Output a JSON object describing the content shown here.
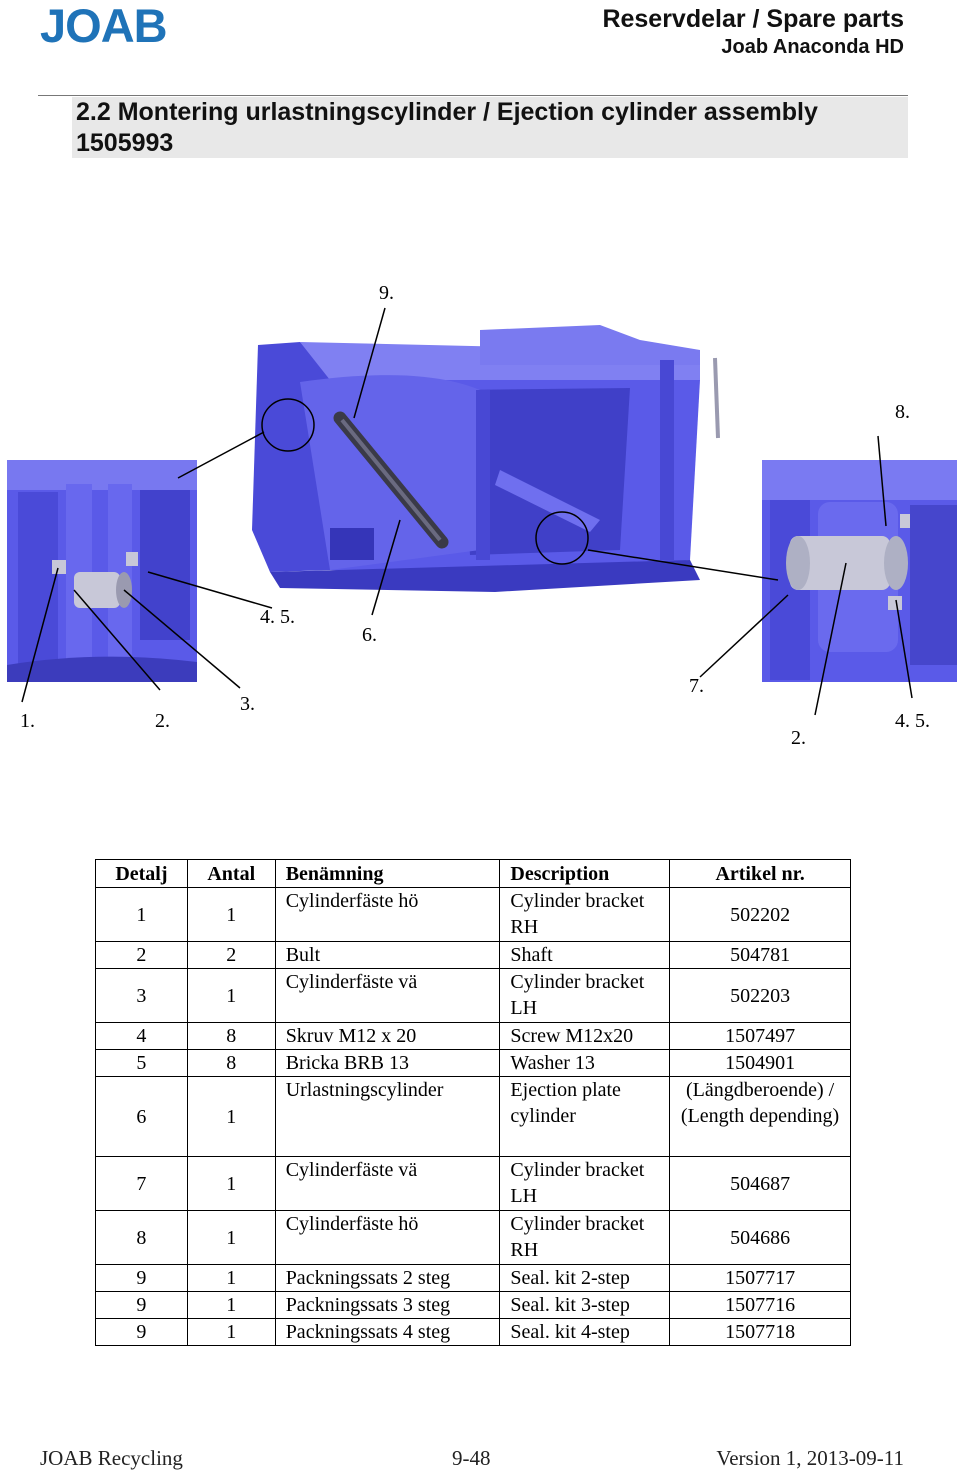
{
  "header": {
    "logo_text": "JOAB",
    "title": "Reservdelar / Spare parts",
    "subtitle": "Joab Anaconda HD"
  },
  "section": {
    "title": "2.2 Montering urlastningscylinder / Ejection cylinder assembly 1505993"
  },
  "drawing": {
    "callouts": [
      "9.",
      "8.",
      "4. 5.",
      "6.",
      "7.",
      "1.",
      "2.",
      "3.",
      "2.",
      "4. 5."
    ],
    "colors": {
      "body": "#5a5ae8",
      "body_dark": "#3535b8",
      "body_light": "#8c8cf5",
      "cylinder": "#3a3a48",
      "steel": "#c8c8d8"
    }
  },
  "table": {
    "headers": [
      "Detalj",
      "Antal",
      "Benämning",
      "Description",
      "Artikel nr."
    ],
    "rows": [
      {
        "detalj": "1",
        "antal": "1",
        "benamning": "Cylinderfäste hö",
        "description": "Cylinder bracket RH",
        "artikel": "502202"
      },
      {
        "detalj": "2",
        "antal": "2",
        "benamning": "Bult",
        "description": "Shaft",
        "artikel": "504781"
      },
      {
        "detalj": "3",
        "antal": "1",
        "benamning": "Cylinderfäste vä",
        "description": "Cylinder bracket LH",
        "artikel": "502203"
      },
      {
        "detalj": "4",
        "antal": "8",
        "benamning": "Skruv M12 x 20",
        "description": "Screw M12x20",
        "artikel": "1507497"
      },
      {
        "detalj": "5",
        "antal": "8",
        "benamning": "Bricka BRB 13",
        "description": "Washer 13",
        "artikel": "1504901"
      },
      {
        "detalj": "6",
        "antal": "1",
        "benamning": "Urlastningscylinder",
        "description": "Ejection plate cylinder",
        "artikel": "(Längdberoende) / (Length depending)"
      },
      {
        "detalj": "7",
        "antal": "1",
        "benamning": "Cylinderfäste vä",
        "description": "Cylinder bracket LH",
        "artikel": "504687"
      },
      {
        "detalj": "8",
        "antal": "1",
        "benamning": "Cylinderfäste hö",
        "description": "Cylinder bracket RH",
        "artikel": "504686"
      },
      {
        "detalj": "9",
        "antal": "1",
        "benamning": "Packningssats 2 steg",
        "description": "Seal. kit 2-step",
        "artikel": "1507717"
      },
      {
        "detalj": "9",
        "antal": "1",
        "benamning": "Packningssats 3 steg",
        "description": "Seal. kit 3-step",
        "artikel": "1507716"
      },
      {
        "detalj": "9",
        "antal": "1",
        "benamning": "Packningssats 4 steg",
        "description": "Seal. kit 4-step",
        "artikel": "1507718"
      }
    ]
  },
  "footer": {
    "left": "JOAB Recycling",
    "center": "9-48",
    "right": "Version 1, 2013-09-11"
  }
}
